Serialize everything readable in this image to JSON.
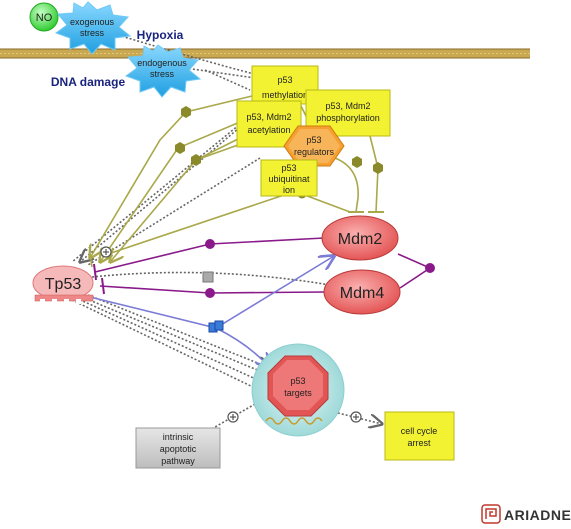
{
  "diagram": {
    "entities": {
      "no": "NO",
      "exogenous_stress": [
        "exogenous",
        "stress"
      ],
      "hypoxia": "Hypoxia",
      "endogenous_stress": [
        "endogenous",
        "stress"
      ],
      "dna_damage": "DNA damage",
      "p53_methylation": [
        "p53",
        "methylation"
      ],
      "p53_mdm2_acetylation": [
        "p53, Mdm2",
        "acetylation"
      ],
      "p53_mdm2_phosphorylation": [
        "p53, Mdm2",
        "phosphorylation"
      ],
      "p53_regulators": [
        "p53",
        "regulators"
      ],
      "p53_ubiquitination": [
        "p53",
        "ubiquitinat",
        "ion"
      ],
      "mdm2": "Mdm2",
      "mdm4": "Mdm4",
      "tp53": "Tp53",
      "p53_targets": [
        "p53",
        "targets"
      ],
      "intrinsic_apoptotic_pathway": [
        "intrinsic",
        "apoptotic",
        "pathway"
      ],
      "cell_cycle_arrest": [
        "cell cycle",
        "arrest"
      ]
    },
    "logo": "ARIADNE",
    "colors": {
      "membrane": "#c8a850",
      "membrane_dark": "#8a6a2a",
      "olive_edge": "#a9a84a",
      "olive_dot": "#8a8a2a",
      "purple_edge": "#8a1a8a",
      "blue_edge": "#7b7bd8",
      "dotted_edge": "#666666",
      "process_fill": "#f2f233",
      "process_border": "#b8b814",
      "protein_fill": "#ee6666",
      "protein_border": "#b83a3a",
      "gene_fill": "#f4b0b0",
      "stress_fill": "#3fb6ef",
      "no_fill": "#55dd55",
      "regulator_fill": "#f5a030",
      "targets_halo": "#a8dede",
      "grey_box": "#cccccc"
    }
  }
}
